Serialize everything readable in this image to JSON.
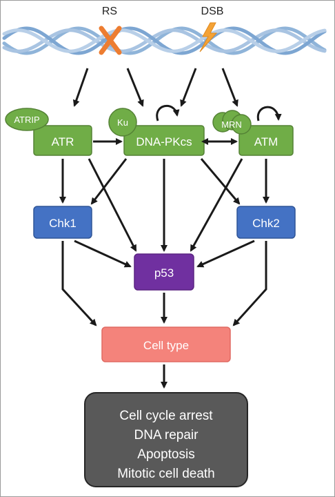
{
  "labels": {
    "rs": "RS",
    "dsb": "DSB"
  },
  "nodes": {
    "atrip": "ATRIP",
    "atr": "ATR",
    "ku": "Ku",
    "dnapkcs": "DNA-PKcs",
    "mrn": "MRN",
    "atm": "ATM",
    "chk1": "Chk1",
    "chk2": "Chk2",
    "p53": "p53",
    "celltype": "Cell type"
  },
  "outcomes": {
    "line1": "Cell cycle arrest",
    "line2": "DNA repair",
    "line3": "Apoptosis",
    "line4": "Mitotic cell death"
  },
  "colors": {
    "green": "#70ad47",
    "green_border": "#548235",
    "blue": "#4472c4",
    "blue_border": "#2f5597",
    "purple": "#7030a0",
    "pink": "#f4837b",
    "dark": "#595959",
    "dna": "#8fb4d9",
    "lightning": "#f4a236",
    "cross": "#ed7d31"
  },
  "icons": {
    "rs": "cross-icon",
    "dsb": "lightning-icon"
  }
}
